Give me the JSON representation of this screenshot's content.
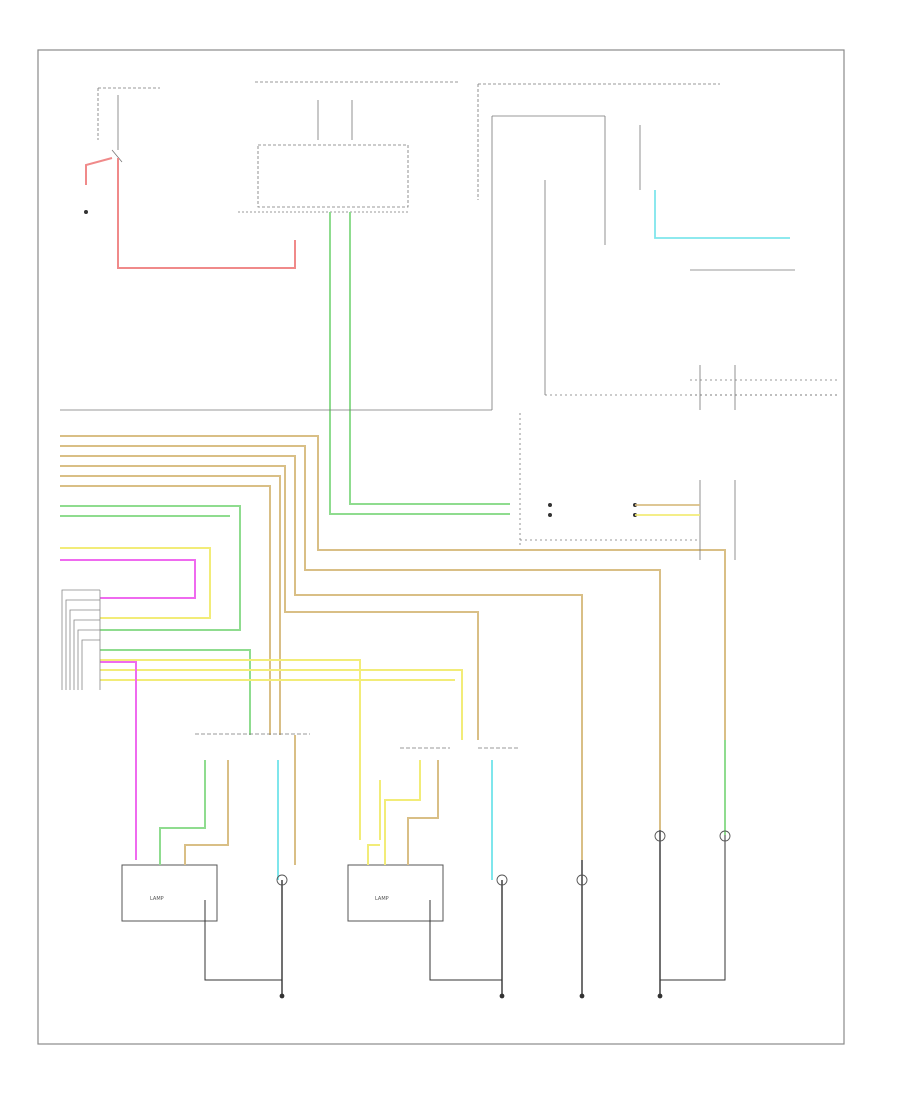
{
  "diagram": {
    "figure_code": "",
    "wire_colors": {
      "red": "#f08a8a",
      "green": "#8fdc8f",
      "tan": "#d9bf86",
      "yellow": "#f2ec78",
      "magenta": "#ef6aef",
      "cyan": "#7fe6ec",
      "black": "#333333",
      "gray": "#9a9a9a"
    },
    "components": [
      {
        "id": "left-lamp",
        "label": "LAMP"
      },
      {
        "id": "right-lamp",
        "label": "LAMP"
      }
    ],
    "legend_blocks": [
      {
        "id": "tan-1",
        "label": ""
      },
      {
        "id": "tan-2",
        "label": ""
      }
    ]
  }
}
